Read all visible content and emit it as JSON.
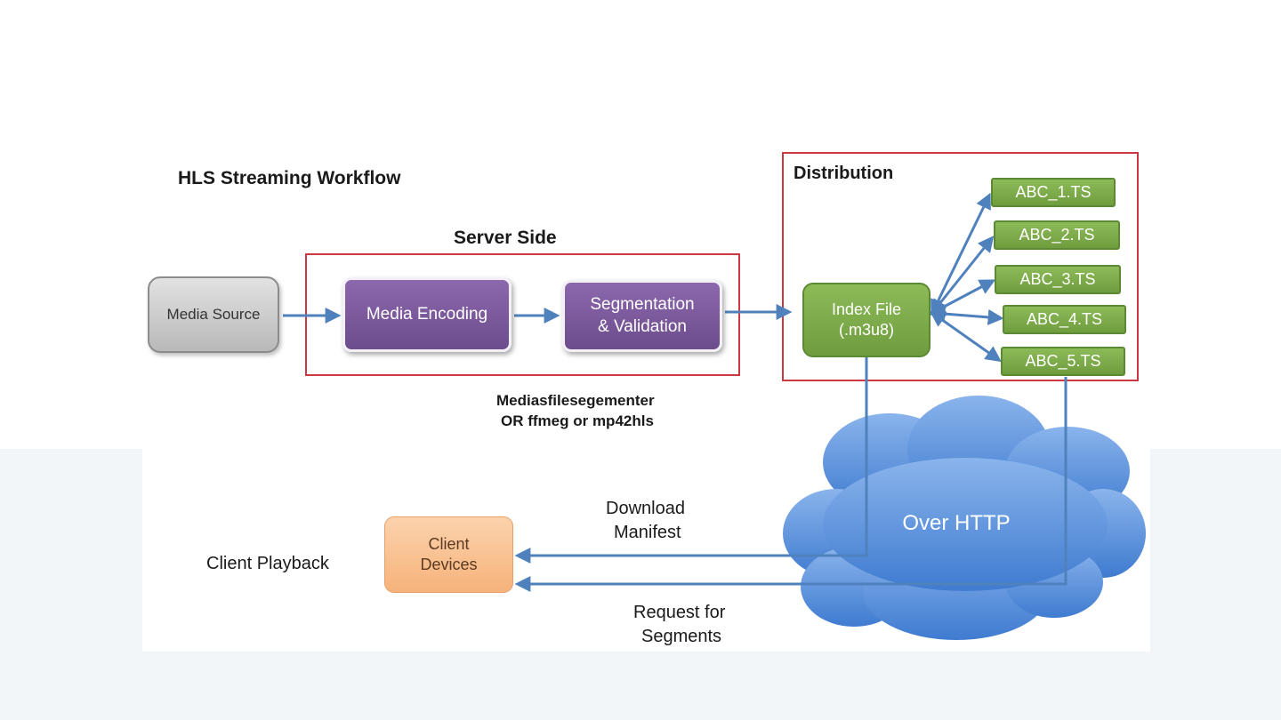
{
  "title": "HLS Streaming Workflow",
  "server_side": {
    "title": "Server Side",
    "tools_line1": "Mediasfilesegementer",
    "tools_line2": "OR ffmeg or mp42hls"
  },
  "nodes": {
    "media_source": "Media Source",
    "media_encoding": "Media Encoding",
    "segmentation_line1": "Segmentation",
    "segmentation_line2": "& Validation",
    "index_file_line1": "Index File",
    "index_file_line2": "(.m3u8)",
    "client_line1": "Client",
    "client_line2": "Devices"
  },
  "distribution": {
    "title": "Distribution",
    "segments": [
      "ABC_1.TS",
      "ABC_2.TS",
      "ABC_3.TS",
      "ABC_4.TS",
      "ABC_5.TS"
    ]
  },
  "cloud": {
    "label": "Over HTTP"
  },
  "client_playback": "Client Playback",
  "edges": {
    "download_line1": "Download",
    "download_line2": "Manifest",
    "request_line1": "Request for",
    "request_line2": "Segments"
  },
  "colors": {
    "frame_red": "#c9393f",
    "arrow_blue": "#4f81bd",
    "purple": "#7b5a9e",
    "green": "#7fad4a",
    "orange": "#f9c090",
    "cloud_blue": "#5a93dc"
  }
}
